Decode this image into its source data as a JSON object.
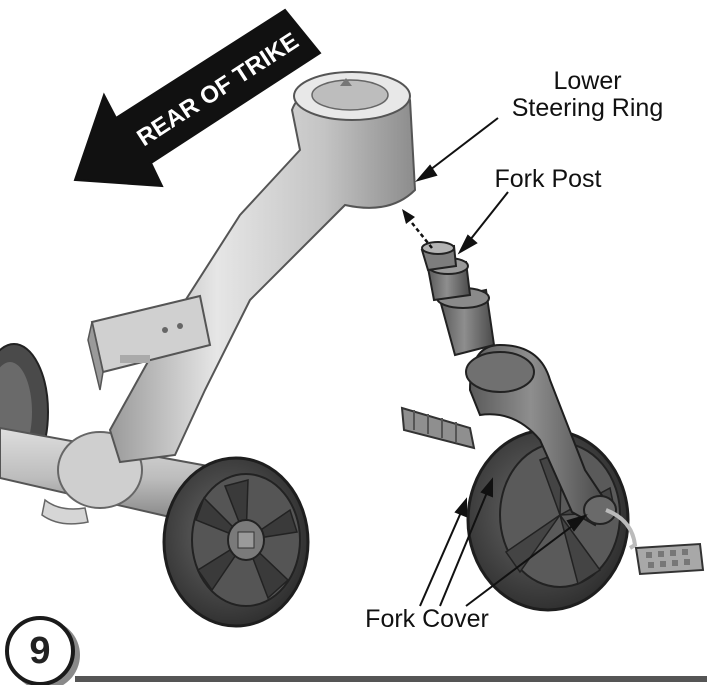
{
  "arrow": {
    "text": "REAR OF TRIKE"
  },
  "labels": {
    "lower_steering_ring": [
      "Lower",
      "Steering Ring"
    ],
    "fork_post": "Fork Post",
    "fork_cover": "Fork Cover"
  },
  "step": {
    "number": "9"
  },
  "colors": {
    "ink": "#111111",
    "frame_light": "#d9d9d9",
    "frame_mid": "#a8a8a8",
    "wheel_dark": "#3a3a3a"
  }
}
